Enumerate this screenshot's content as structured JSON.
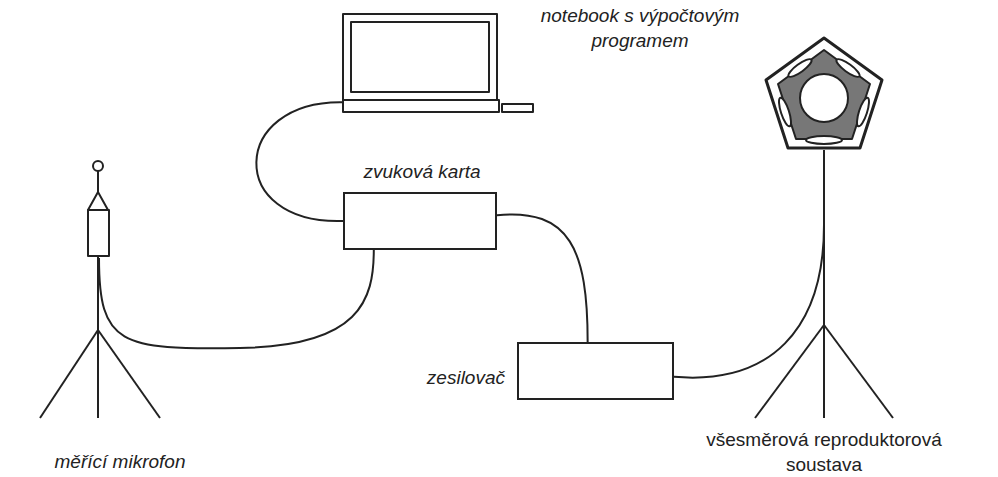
{
  "diagram": {
    "nodes": [
      {
        "text": [
          "notebook s výpočtovým programem"
        ]
      },
      {
        "text": [
          "zvuková karta"
        ]
      },
      {
        "text": [
          "měřící mikrofon"
        ]
      },
      {
        "text": [
          "zesilovač"
        ]
      },
      {
        "text": [
          "všesměrová reproduktorová soustava"
        ]
      }
    ],
    "edges": [
      {
        "from": 0,
        "to": 1,
        "arrow": "none"
      },
      {
        "from": 2,
        "to": 1,
        "arrow": "none"
      },
      {
        "from": 1,
        "to": 3,
        "arrow": "none"
      },
      {
        "from": 3,
        "to": 4,
        "arrow": "none"
      }
    ]
  }
}
